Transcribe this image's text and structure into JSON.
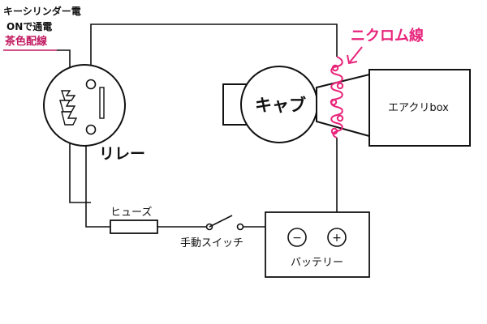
{
  "labels": {
    "key_cylinder": "キーシリンダー電",
    "on_energize": "ONで通電",
    "tea_wire": "茶色配線",
    "nichrome": "ニクロム線",
    "relay": "リレー",
    "cap": "キャブ",
    "air_cleaner": "エアクリbox",
    "fuse": "ヒューズ",
    "hand_switch": "手動スイッチ",
    "battery": "バッテリー",
    "minus": "−",
    "plus": "+"
  },
  "colors": {
    "line": "#111111",
    "accent": "#e8237a"
  }
}
